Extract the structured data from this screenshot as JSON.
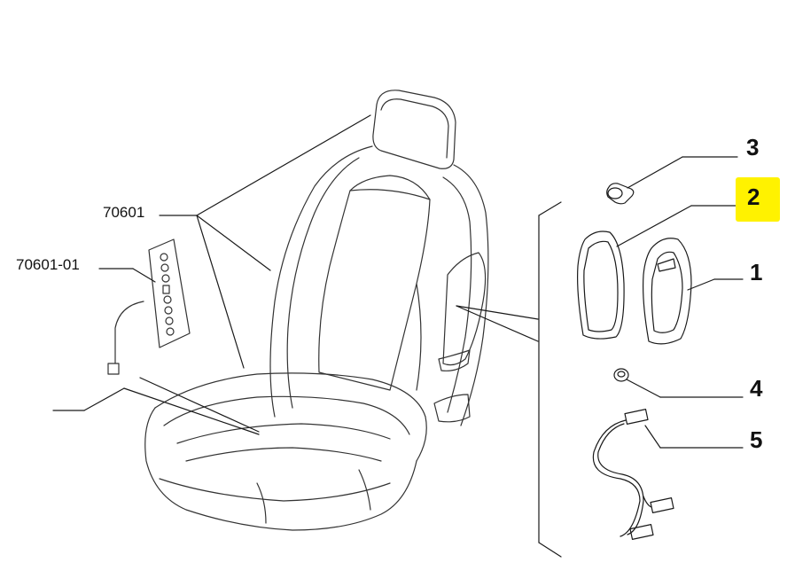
{
  "labels": {
    "ref_70601": "70601",
    "ref_70601_01": "70601-01",
    "part_1": "1",
    "part_2": "2",
    "part_3": "3",
    "part_4": "4",
    "part_5": "5"
  },
  "highlight": {
    "part": "2",
    "color": "#fff200"
  },
  "colors": {
    "line": "#1a1a1a",
    "soft": "#555555"
  }
}
